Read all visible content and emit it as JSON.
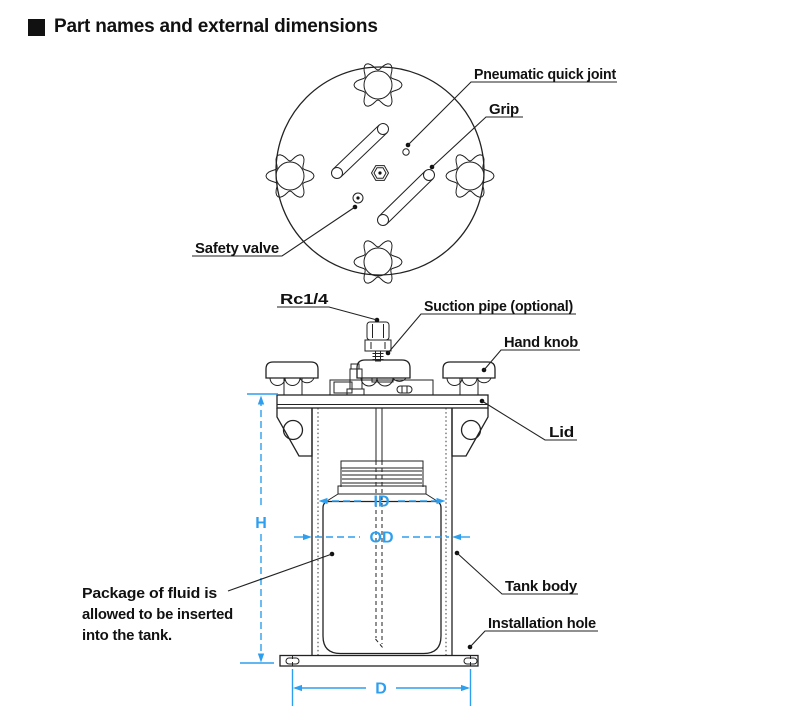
{
  "title": "Part names and external dimensions",
  "colors": {
    "line": "#222222",
    "text": "#111111",
    "dimension": "#2E9FEF",
    "background": "#ffffff"
  },
  "top_view": {
    "labels": {
      "pneumatic_quick_joint": "Pneumatic quick joint",
      "grip": "Grip",
      "safety_valve": "Safety valve"
    }
  },
  "side_view": {
    "labels": {
      "rc_thread": "Rc1/4",
      "suction_pipe": "Suction pipe (optional)",
      "hand_knob": "Hand knob",
      "lid": "Lid",
      "tank_body": "Tank body",
      "installation_hole": "Installation hole",
      "package_note_line1": "Package of fluid is",
      "package_note_line2": "allowed to be inserted",
      "package_note_line3": "into the tank."
    },
    "dimensions": {
      "height": "H",
      "inner_diameter": "ID",
      "outer_diameter": "OD",
      "base_pitch": "D"
    }
  }
}
